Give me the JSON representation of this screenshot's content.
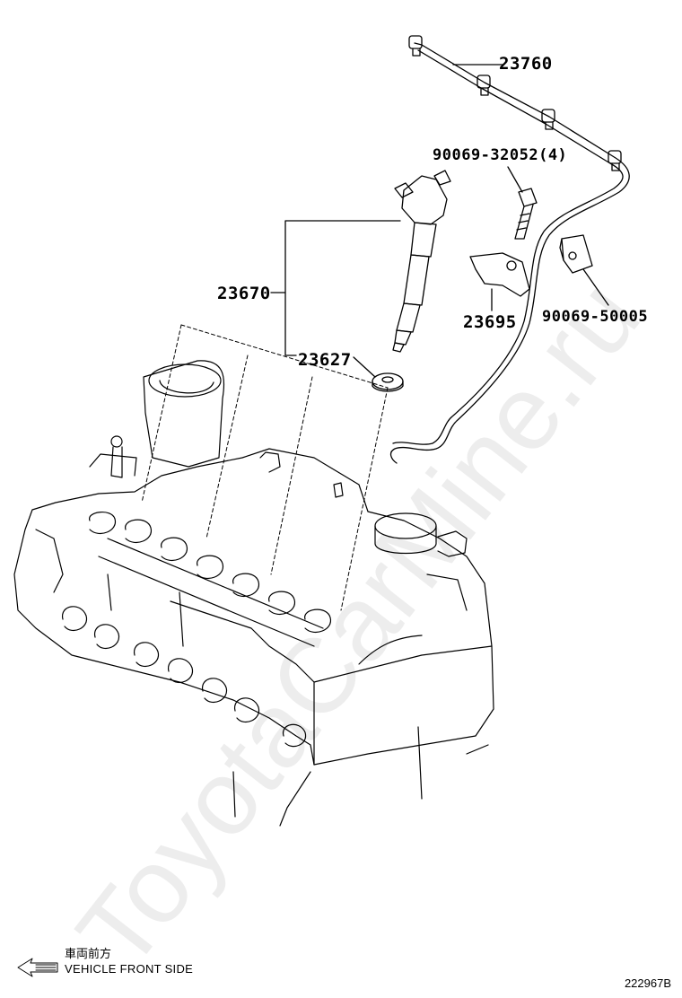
{
  "parts": {
    "p23760": "23760",
    "p90069_32052": "90069-32052(4)",
    "p23670": "23670",
    "p23695": "23695",
    "p90069_50005": "90069-50005",
    "p23627": "23627"
  },
  "direction": {
    "label_jp": "車両前方",
    "label_en": "VEHICLE FRONT SIDE"
  },
  "diagram_id": "222967B",
  "watermark": "ToyotaCarMine.ru",
  "colors": {
    "line": "#000000",
    "background": "#ffffff"
  }
}
